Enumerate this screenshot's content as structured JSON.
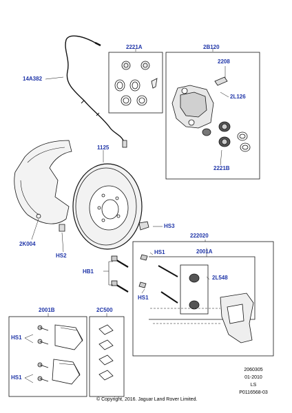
{
  "callouts": {
    "c14a382": "14A382",
    "c2221a": "2221A",
    "c2b120": "2B120",
    "c2208": "2208",
    "c2l126": "2L126",
    "c2221b": "2221B",
    "c1125": "1125",
    "chs3": "HS3",
    "c2k004": "2K004",
    "chs2": "HS2",
    "c222020": "222020",
    "chs1a": "HS1",
    "c2001a": "2001A",
    "chb1": "HB1",
    "c2l548": "2L548",
    "chs1b": "HS1",
    "c2001b": "2001B",
    "c2c500": "2C500",
    "chs1c": "HS1",
    "chs1d": "HS1"
  },
  "reference": {
    "code": "2060305",
    "date": "01-2010",
    "region": "LS",
    "part_id": "P0116568-03"
  },
  "copyright": "© Copyright, 2016. Jaguar Land Rover Limited.",
  "accent_color": "#1f35a8"
}
